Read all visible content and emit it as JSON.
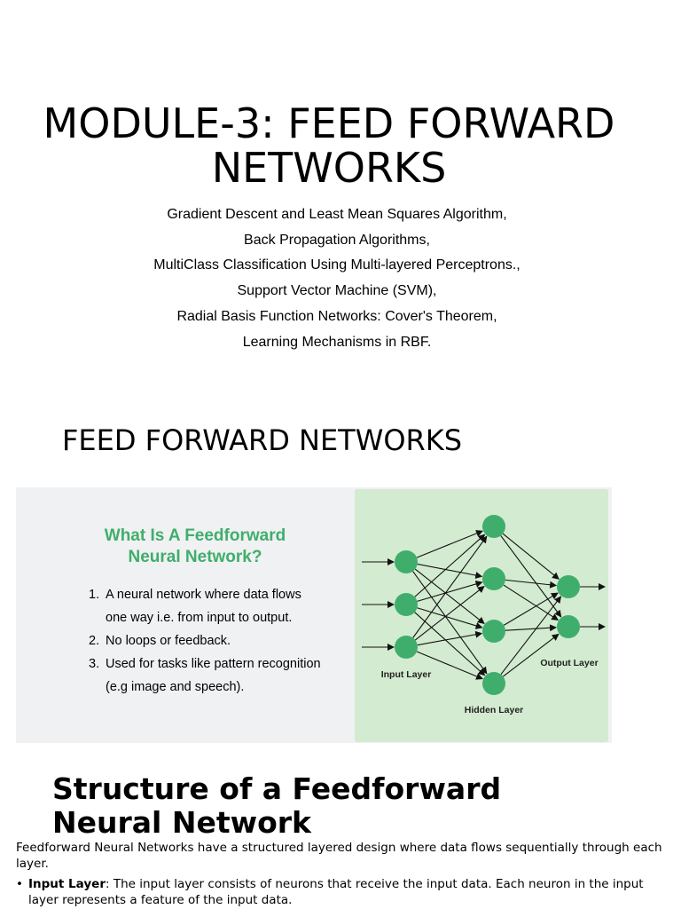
{
  "slide1": {
    "title_line1": "MODULE-3: FEED FORWARD",
    "title_line2": "NETWORKS",
    "topics": [
      "Gradient Descent and Least Mean Squares Algorithm,",
      "Back Propagation Algorithms,",
      "MultiClass Classification Using Multi-layered Perceptrons.,",
      "Support Vector Machine (SVM),",
      "Radial Basis Function Networks: Cover's Theorem,",
      "Learning Mechanisms in RBF."
    ]
  },
  "slide2": {
    "title": "FEED FORWARD NETWORKS",
    "figure": {
      "heading_line1": "What Is A Feedforward",
      "heading_line2": "Neural Network?",
      "items": [
        {
          "num": "1.",
          "line1": "A neural network where data flows",
          "line2": "one way i.e. from input to output."
        },
        {
          "num": "2.",
          "line1": "No loops or feedback.",
          "line2": ""
        },
        {
          "num": "3.",
          "line1": "Used for tasks like pattern recognition",
          "line2": "(e.g image and speech)."
        }
      ],
      "diagram": {
        "input_label": "Input Layer",
        "hidden_label": "Hidden Layer",
        "output_label": "Output Layer",
        "layer_sizes": [
          3,
          4,
          2
        ],
        "node_color": "#3fae6c",
        "panel_color": "#d3ebd0"
      }
    }
  },
  "slide3": {
    "title_line1": "Structure of a Feedforward",
    "title_line2": "Neural Network",
    "intro": "Feedforward Neural Networks have a structured layered design where data flows sequentially through each layer.",
    "bullets": [
      {
        "term": "Input Layer",
        "text": ": The input layer consists of neurons that receive the input data. Each neuron in the input layer represents a feature of the input data."
      }
    ]
  }
}
